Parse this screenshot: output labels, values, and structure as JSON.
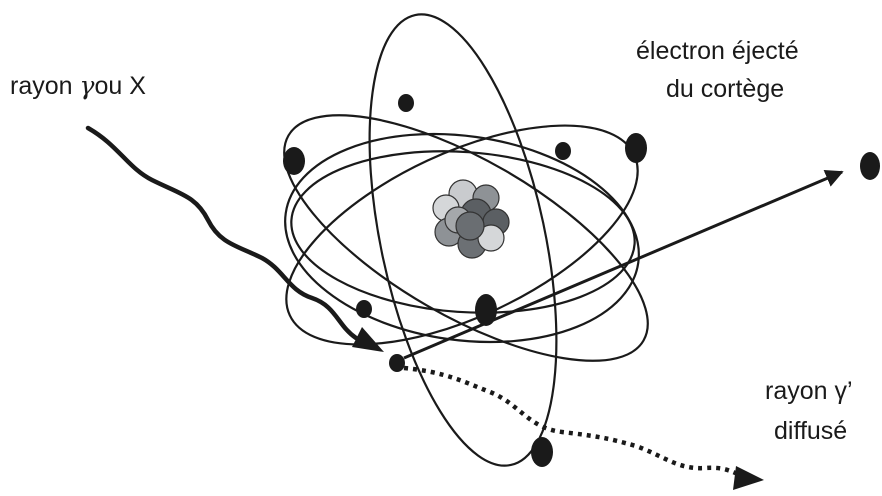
{
  "labels": {
    "incoming_before_symbol": "rayon ",
    "incoming_symbol": "γ",
    "incoming_after_symbol": "ou X",
    "ejected_line1": "électron éjecté",
    "ejected_line2": "du cortège",
    "scattered_line1": "rayon γ’",
    "scattered_line2": "diffusé"
  },
  "colors": {
    "line": "#1a1a1a",
    "electron": "#1a1a1a",
    "nucleus_dark": "#5b5f63",
    "nucleus_mid": "#8e9296",
    "nucleus_light": "#d5d7d9"
  },
  "icons": {
    "incoming": "wavy-arrow",
    "scattered": "dotted-wavy-arrow",
    "ejected": "straight-arrow"
  }
}
